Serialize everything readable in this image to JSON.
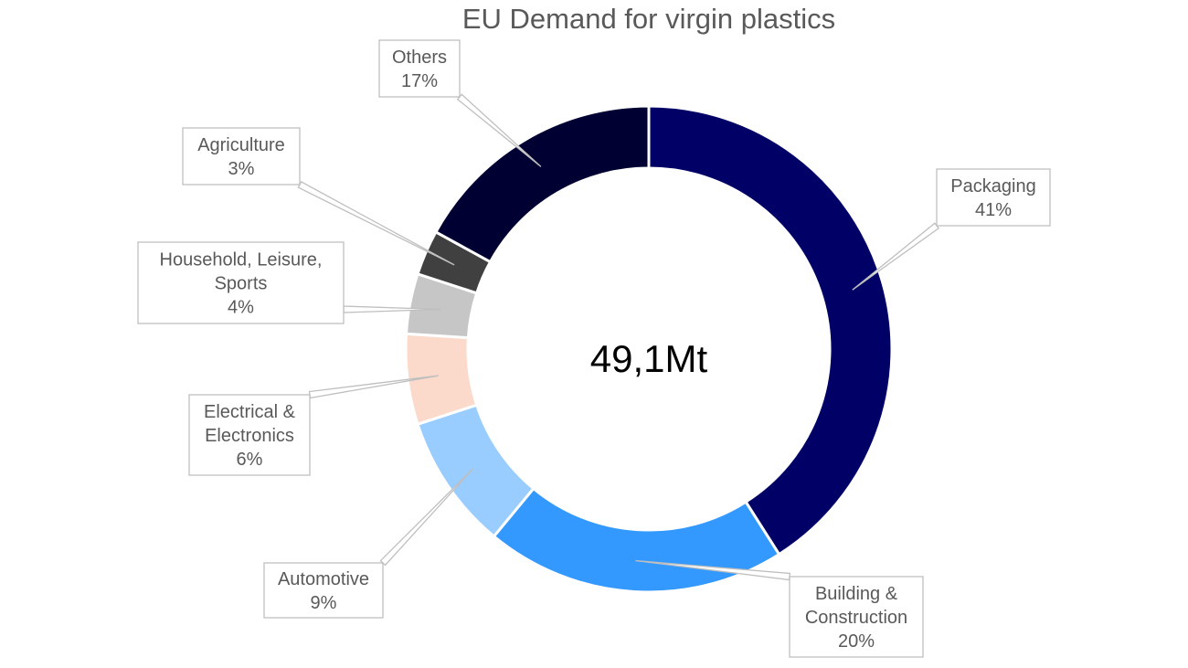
{
  "chart_data": {
    "type": "pie",
    "variant": "donut",
    "title": "EU Demand for virgin plastics",
    "center_label": "49,1Mt",
    "unit": "%",
    "slices": [
      {
        "label": "Packaging",
        "value": 41,
        "value_text": "41%",
        "color": "#000066"
      },
      {
        "label": "Building & Construction",
        "value": 20,
        "value_text": "20%",
        "color": "#3399ff"
      },
      {
        "label": "Automotive",
        "value": 9,
        "value_text": "9%",
        "color": "#99ccff"
      },
      {
        "label": "Electrical & Electronics",
        "value": 6,
        "value_text": "6%",
        "color": "#fbdacc"
      },
      {
        "label": "Household, Leisure, Sports",
        "value": 4,
        "value_text": "4%",
        "color": "#c6c6c6"
      },
      {
        "label": "Agriculture",
        "value": 3,
        "value_text": "3%",
        "color": "#404040"
      },
      {
        "label": "Others",
        "value": 17,
        "value_text": "17%",
        "color": "#000033"
      }
    ],
    "legend": "none",
    "data_labels": "callouts"
  }
}
